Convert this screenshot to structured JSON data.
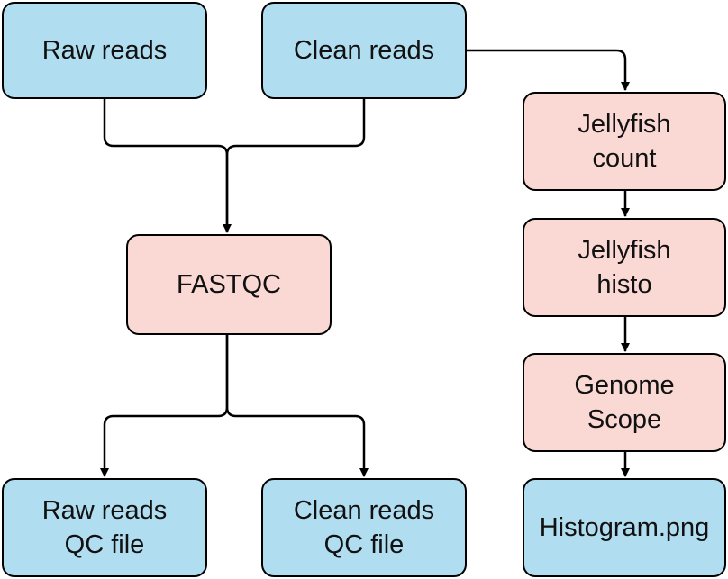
{
  "colors": {
    "input_fill": "#b1ddf0",
    "process_fill": "#fad9d5",
    "stroke": "#000000"
  },
  "nodes": {
    "raw_reads": {
      "lines": [
        "Raw reads"
      ]
    },
    "clean_reads": {
      "lines": [
        "Clean reads"
      ]
    },
    "fastqc": {
      "lines": [
        "FASTQC"
      ]
    },
    "raw_qc": {
      "lines": [
        "Raw reads",
        "QC file"
      ]
    },
    "clean_qc": {
      "lines": [
        "Clean reads",
        "QC file"
      ]
    },
    "jelly_count": {
      "lines": [
        "Jellyfish",
        "count"
      ]
    },
    "jelly_histo": {
      "lines": [
        "Jellyfish",
        "histo"
      ]
    },
    "genomescope": {
      "lines": [
        "Genome",
        "Scope"
      ]
    },
    "histogram": {
      "lines": [
        "Histogram.png"
      ]
    }
  }
}
